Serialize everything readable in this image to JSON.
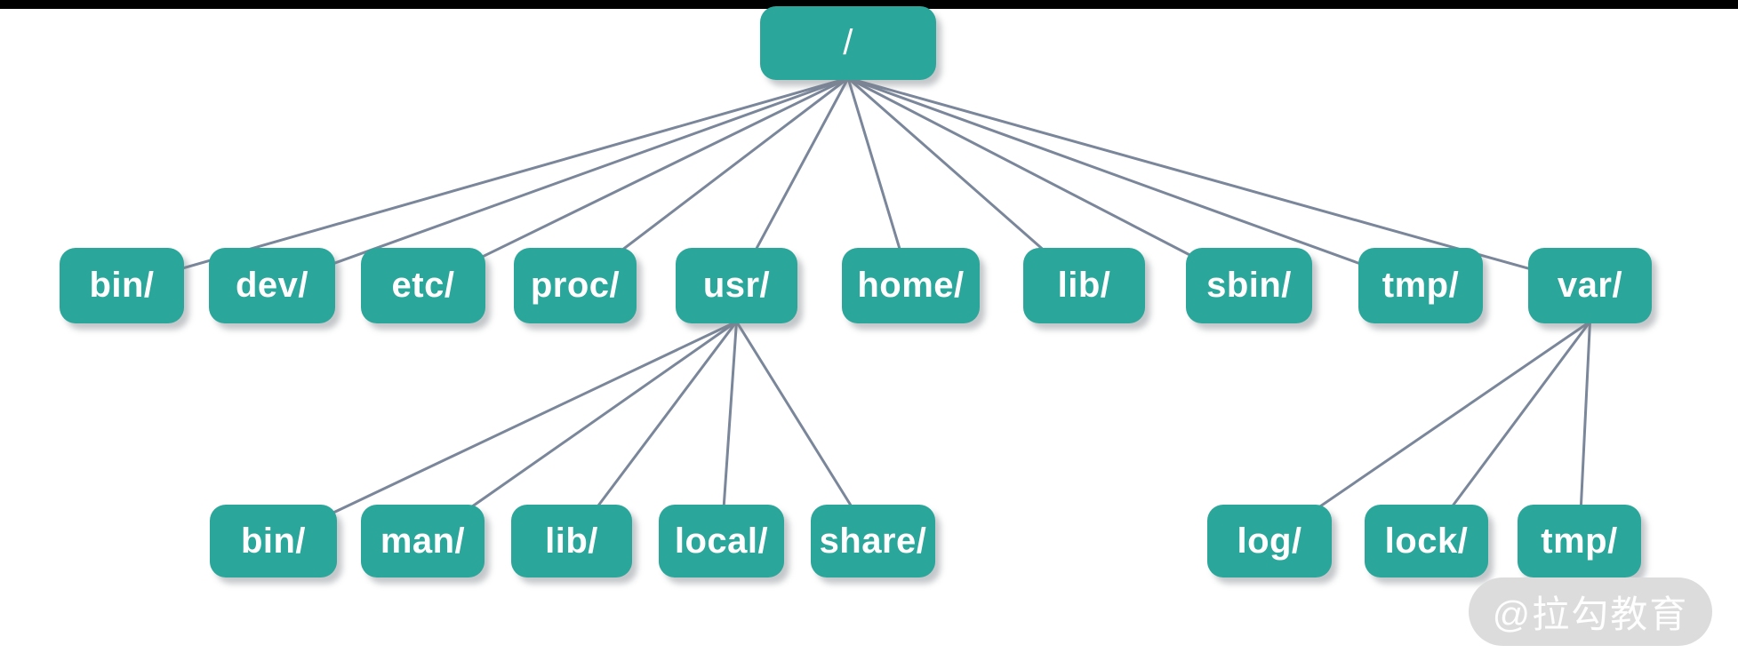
{
  "diagram_type": "linux-filesystem-tree",
  "colors": {
    "node_fill": "#2ba69a",
    "node_text": "#ffffff",
    "edge": "#7a8699",
    "top_bar": "#000000",
    "watermark_bg": "#dcdcdc",
    "watermark_text": "#ffffff"
  },
  "tree": {
    "nodes": [
      {
        "id": "root",
        "label": "/",
        "parent": null
      },
      {
        "id": "bin",
        "label": "bin/",
        "parent": "root"
      },
      {
        "id": "dev",
        "label": "dev/",
        "parent": "root"
      },
      {
        "id": "etc",
        "label": "etc/",
        "parent": "root"
      },
      {
        "id": "proc",
        "label": "proc/",
        "parent": "root"
      },
      {
        "id": "usr",
        "label": "usr/",
        "parent": "root"
      },
      {
        "id": "home",
        "label": "home/",
        "parent": "root"
      },
      {
        "id": "lib",
        "label": "lib/",
        "parent": "root"
      },
      {
        "id": "sbin",
        "label": "sbin/",
        "parent": "root"
      },
      {
        "id": "tmp",
        "label": "tmp/",
        "parent": "root"
      },
      {
        "id": "var",
        "label": "var/",
        "parent": "root"
      },
      {
        "id": "usr-bin",
        "label": "bin/",
        "parent": "usr"
      },
      {
        "id": "usr-man",
        "label": "man/",
        "parent": "usr"
      },
      {
        "id": "usr-lib",
        "label": "lib/",
        "parent": "usr"
      },
      {
        "id": "usr-local",
        "label": "local/",
        "parent": "usr"
      },
      {
        "id": "usr-share",
        "label": "share/",
        "parent": "usr"
      },
      {
        "id": "var-log",
        "label": "log/",
        "parent": "var"
      },
      {
        "id": "var-lock",
        "label": "lock/",
        "parent": "var"
      },
      {
        "id": "var-tmp",
        "label": "tmp/",
        "parent": "var"
      }
    ]
  },
  "watermark": {
    "text": "@拉勾教育"
  }
}
